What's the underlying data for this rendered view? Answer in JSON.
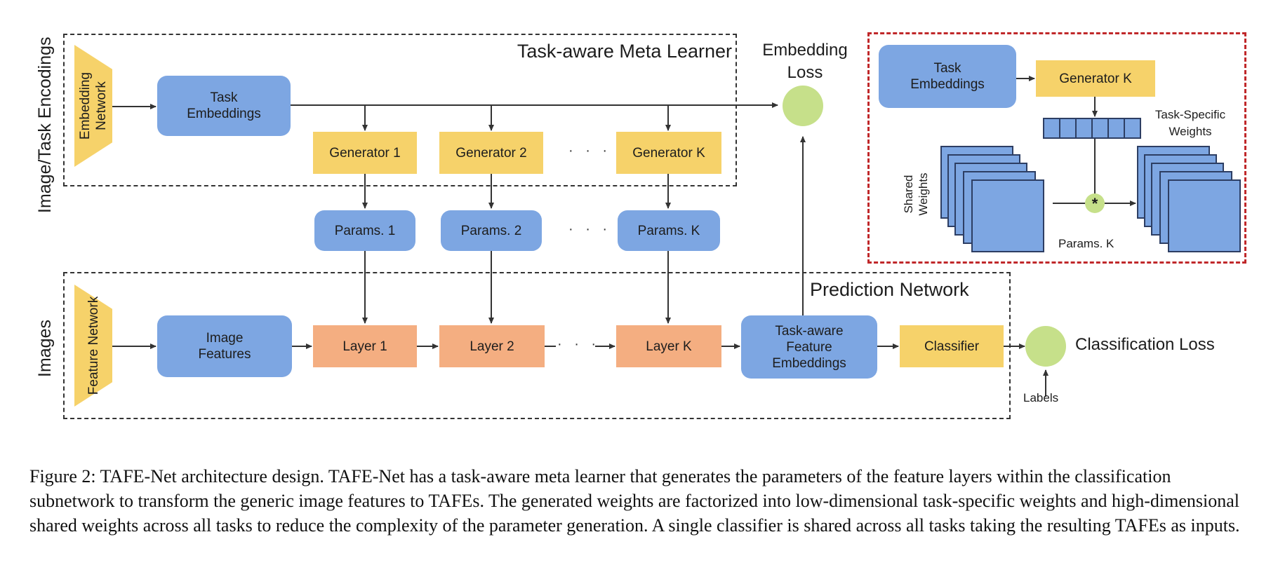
{
  "side_labels": {
    "top": "Image/Task Encodings",
    "bottom": "Images"
  },
  "meta_learner": {
    "title": "Task-aware Meta Learner",
    "embedding_network": "Embedding Network",
    "task_embeddings": "Task Embeddings",
    "generators": [
      "Generator 1",
      "Generator 2",
      "Generator K"
    ],
    "dots": "· · ·"
  },
  "params": [
    "Params. 1",
    "Params. 2",
    "Params. K"
  ],
  "embedding_loss": "Embedding Loss",
  "prediction": {
    "title": "Prediction Network",
    "feature_network": "Feature Network",
    "image_features": "Image Features",
    "layers": [
      "Layer 1",
      "Layer 2",
      "Layer K"
    ],
    "task_aware_features": "Task-aware Feature Embeddings",
    "classifier": "Classifier",
    "classification_loss": "Classification Loss",
    "labels": "Labels"
  },
  "inset": {
    "task_embeddings": "Task Embeddings",
    "generator": "Generator K",
    "task_specific_weights": "Task-Specific Weights",
    "shared_weights": "Shared Weights",
    "operator": "*",
    "params": "Params. K"
  },
  "caption": "Figure 2: TAFE-Net architecture design. TAFE-Net has a task-aware meta learner that generates the parameters of the feature layers within the classification subnetwork to transform the generic image features to TAFEs. The generated weights are factorized into low-dimensional task-specific weights and high-dimensional shared weights across all tasks to reduce the complexity of the parameter generation. A single classifier is shared across all tasks taking the resulting TAFEs as inputs.",
  "colors": {
    "blue_box": "#7da6e2",
    "yellow_box": "#f6d26a",
    "orange_box": "#f4ae81",
    "loss_circle": "#c6e08a",
    "inset_border": "#c0282a"
  }
}
